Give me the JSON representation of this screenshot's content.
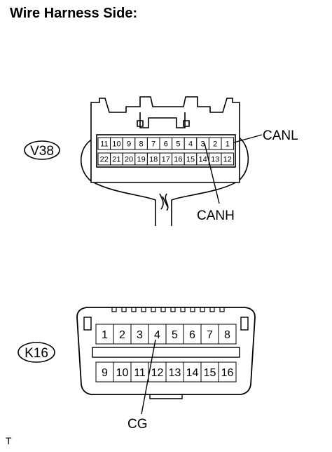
{
  "title": "Wire Harness Side:",
  "connector_v38": {
    "id": "V38",
    "top_pins": [
      "11",
      "10",
      "9",
      "8",
      "7",
      "6",
      "5",
      "4",
      "3",
      "2",
      "1"
    ],
    "bottom_pins": [
      "22",
      "21",
      "20",
      "19",
      "18",
      "17",
      "16",
      "15",
      "14",
      "13",
      "12"
    ],
    "labels": {
      "canl": "CANL",
      "canh": "CANH"
    }
  },
  "connector_k16": {
    "id": "K16",
    "top_pins": [
      "1",
      "2",
      "3",
      "4",
      "5",
      "6",
      "7",
      "8"
    ],
    "bottom_pins": [
      "9",
      "10",
      "11",
      "12",
      "13",
      "14",
      "15",
      "16"
    ],
    "labels": {
      "cg": "CG"
    }
  },
  "footnote": "T"
}
